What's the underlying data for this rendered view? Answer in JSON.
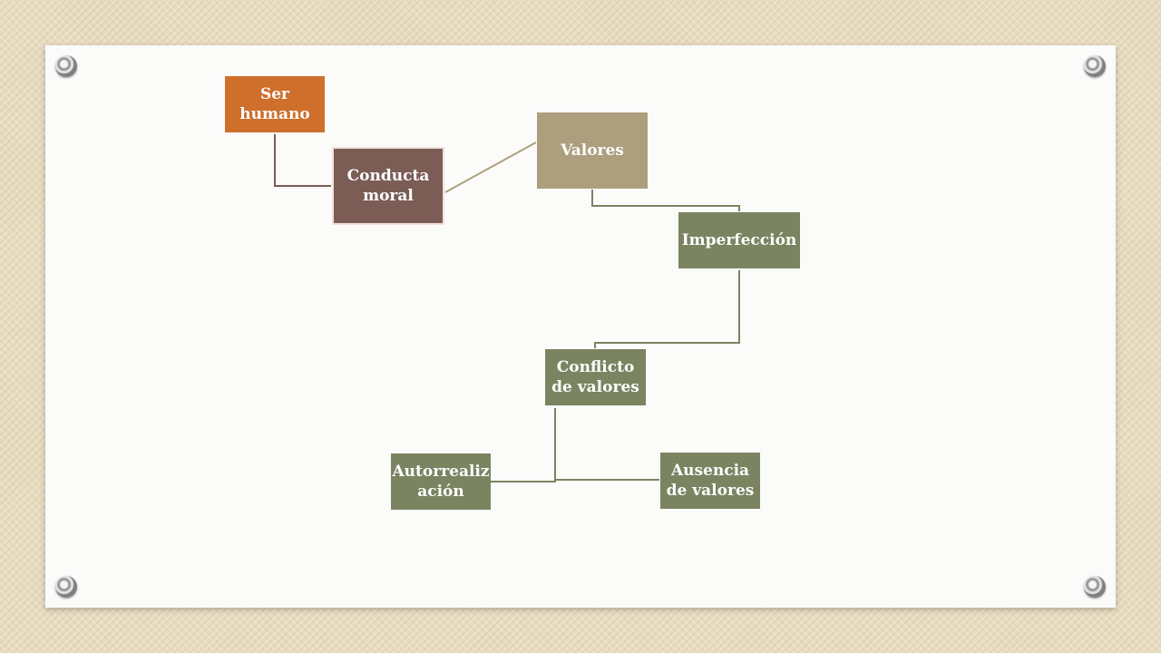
{
  "diagram": {
    "nodes": [
      {
        "id": "ser-humano",
        "label": "Ser humano",
        "color": "#cf6f2c"
      },
      {
        "id": "conducta-moral",
        "label": "Conducta moral",
        "color": "#7b5d56"
      },
      {
        "id": "valores",
        "label": "Valores",
        "color": "#ad9f7e"
      },
      {
        "id": "imperfeccion",
        "label": "Imperfección",
        "color": "#7a8461"
      },
      {
        "id": "conflicto-de-valores",
        "label": "Conflicto de valores",
        "color": "#7a8461"
      },
      {
        "id": "autorrealizacion",
        "label": "Autorrealiz ación",
        "color": "#7a8461"
      },
      {
        "id": "ausencia-de-valores",
        "label": "Ausencia de valores",
        "color": "#7a8461"
      }
    ],
    "edges": [
      {
        "from": "ser-humano",
        "to": "conducta-moral"
      },
      {
        "from": "conducta-moral",
        "to": "valores"
      },
      {
        "from": "valores",
        "to": "imperfeccion"
      },
      {
        "from": "imperfeccion",
        "to": "conflicto-de-valores"
      },
      {
        "from": "conflicto-de-valores",
        "to": "autorrealizacion"
      },
      {
        "from": "conflicto-de-valores",
        "to": "ausencia-de-valores"
      }
    ],
    "connector_colors": {
      "brown": "#7b5d56",
      "tan": "#ad9f7e",
      "olive": "#7a8461"
    }
  }
}
